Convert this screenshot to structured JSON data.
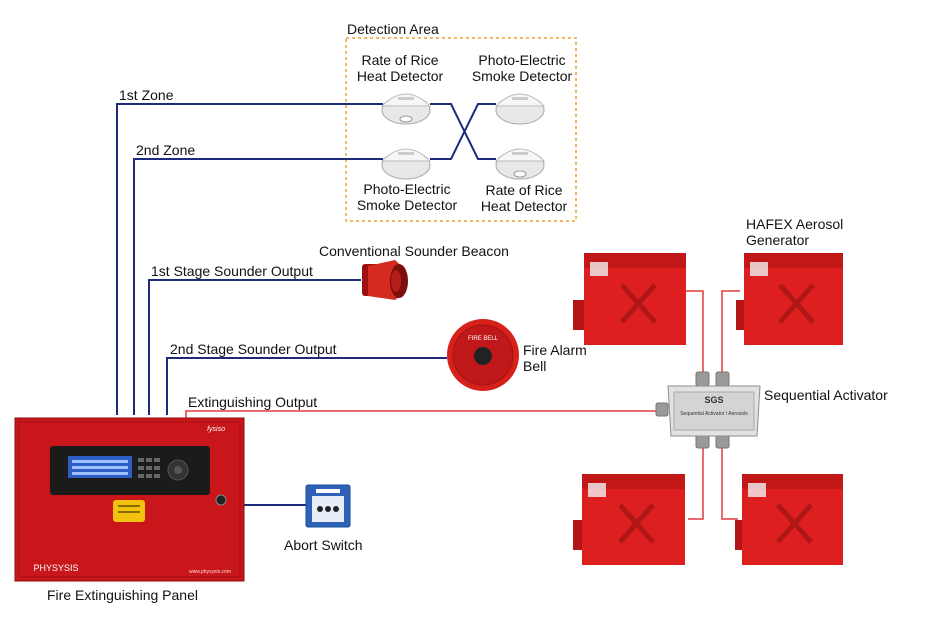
{
  "detection_area": {
    "title": "Detection Area",
    "top_left": [
      "Rate of Rice",
      "Heat Detector"
    ],
    "top_right": [
      "Photo-Electric",
      "Smoke Detector"
    ],
    "bottom_left": [
      "Photo-Electric",
      "Smoke Detector"
    ],
    "bottom_right": [
      "Rate of Rice",
      "Heat Detector"
    ]
  },
  "wires": {
    "zone1": "1st Zone",
    "zone2": "2nd Zone",
    "stage1": "1st Stage Sounder Output",
    "stage2": "2nd Stage Sounder Output",
    "extinguishing": "Extinguishing Output"
  },
  "devices": {
    "sounder_beacon": "Conventional Sounder Beacon",
    "alarm_bell": [
      "Fire Alarm",
      "Bell"
    ],
    "bell_face": "FIRE BELL",
    "aerosol": [
      "HAFEX Aerosol",
      "Generator"
    ],
    "activator": "Sequential Activator",
    "activator_brand": "SGS",
    "activator_plate": "Sequential Activator / Aerosols",
    "abort": "Abort Switch",
    "panel": "Fire Extinguishing Panel",
    "panel_brand": "PHYSYSIS",
    "panel_web": "www.physysis.com",
    "panel_model": "fysiso"
  },
  "colors": {
    "panel_red": "#c8161b",
    "aerosol_red": "#dd1f1f",
    "wire_blue": "#1e2a7a",
    "wire_red": "#e33a3a",
    "dotted_border": "#f0a030"
  }
}
